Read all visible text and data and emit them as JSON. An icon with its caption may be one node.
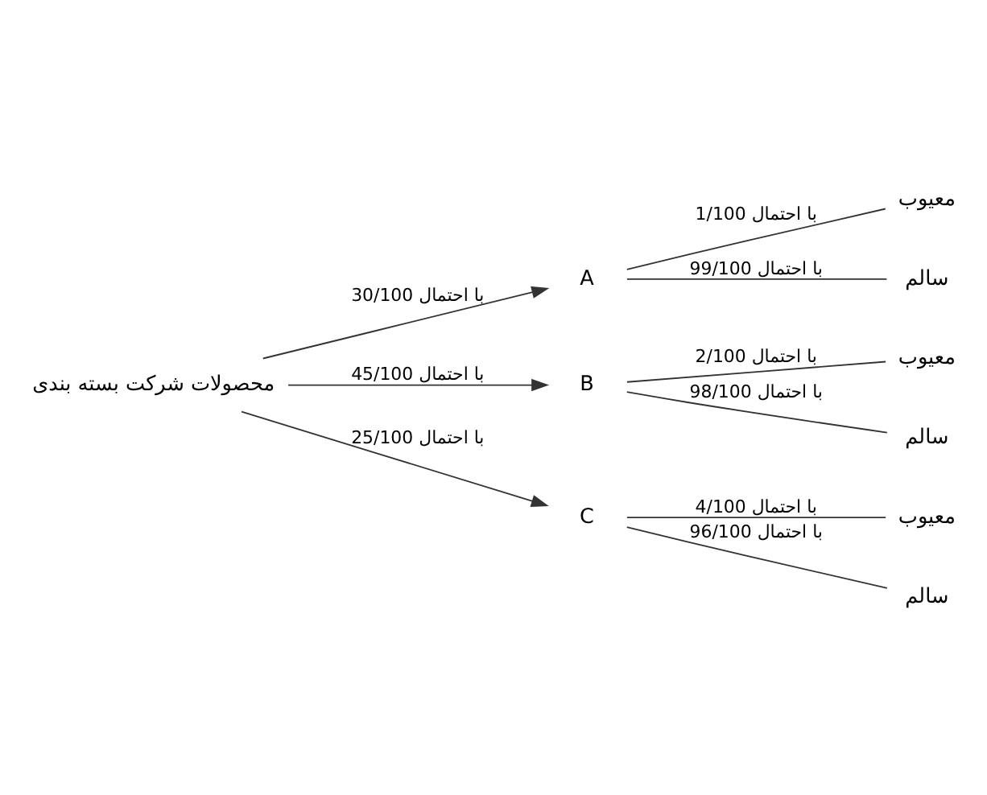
{
  "diagram": {
    "nodes": [
      {
        "text": [
          "محصولات شرکت بسته بندی"
        ]
      },
      {
        "text": [
          "A"
        ]
      },
      {
        "text": [
          "معیوب"
        ]
      },
      {
        "text": [
          "سالم"
        ]
      },
      {
        "text": [
          "B"
        ]
      },
      {
        "text": [
          "معیوب"
        ]
      },
      {
        "text": [
          "سالم"
        ]
      },
      {
        "text": [
          "C"
        ]
      },
      {
        "text": [
          "معیوب"
        ]
      },
      {
        "text": [
          "سالم"
        ]
      }
    ],
    "edges": [
      {
        "from": 0,
        "to": 1,
        "arrow": "to",
        "label": "با احتمال 30/100"
      },
      {
        "from": 0,
        "to": 4,
        "arrow": "to",
        "label": "با احتمال 45/100"
      },
      {
        "from": 0,
        "to": 7,
        "arrow": "to",
        "label": "با احتمال 25/100"
      },
      {
        "from": 1,
        "to": 2,
        "arrow": "none",
        "label": "با احتمال 1/100"
      },
      {
        "from": 1,
        "to": 3,
        "arrow": "none",
        "label": "با احتمال 99/100"
      },
      {
        "from": 4,
        "to": 5,
        "arrow": "none",
        "label": "با احتمال 2/100"
      },
      {
        "from": 4,
        "to": 6,
        "arrow": "none",
        "label": "با احتمال 98/100"
      },
      {
        "from": 7,
        "to": 8,
        "arrow": "none",
        "label": "با احتمال 4/100"
      },
      {
        "from": 7,
        "to": 9,
        "arrow": "none",
        "label": "با احتمال 96/100"
      }
    ]
  }
}
